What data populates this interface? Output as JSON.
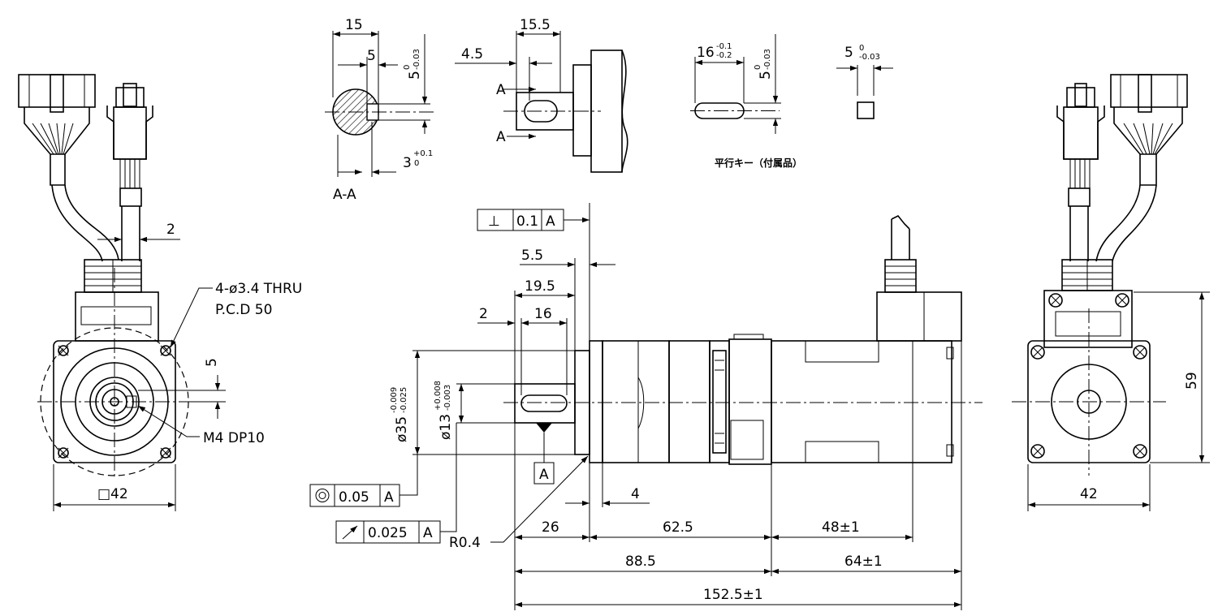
{
  "section_view": {
    "label": "A-A",
    "dim_width": "15",
    "dim_key": "5",
    "dim_key_tol": "5",
    "dim_key_tol_upper": "0",
    "dim_key_tol_lower": "-0.03",
    "dim_depth": "3",
    "dim_depth_upper": "+0.1",
    "dim_depth_lower": "0"
  },
  "keyway_view": {
    "dim_length": "15.5",
    "dim_offset": "4.5",
    "cut_label_top": "A",
    "cut_label_bottom": "A"
  },
  "parallel_key": {
    "caption": "平行キー（付属品）",
    "dim_length": "16",
    "dim_length_upper": "-0.1",
    "dim_length_lower": "-0.2",
    "dim_height": "5",
    "dim_height_upper": "0",
    "dim_height_lower": "-0.03",
    "dim_width": "5",
    "dim_width_upper": "0",
    "dim_width_lower": "-0.03"
  },
  "front_view": {
    "hole_note": "4-ø3.4 THRU",
    "pcd_note": "P.C.D 50",
    "dim_cable": "2",
    "dim_shaft_offset": "5",
    "tap_note": "M4 DP10",
    "dim_square": "□42"
  },
  "side_view": {
    "perpendicularity": {
      "symbol": "⊥",
      "value": "0.1",
      "datum": "A"
    },
    "concentricity": {
      "symbol": "◎",
      "value": "0.05",
      "datum": "A"
    },
    "runout": {
      "symbol": "↗",
      "value": "0.025",
      "datum": "A"
    },
    "datum_label": "A",
    "dim_flange_thk": "5.5",
    "dim_key_pos": "19.5",
    "dim_key_start": "2",
    "dim_key_len": "16",
    "dim_pilot": "ø35",
    "dim_pilot_upper": "-0.009",
    "dim_pilot_lower": "-0.025",
    "dim_shaft": "ø13",
    "dim_shaft_upper": "+0.008",
    "dim_shaft_lower": "-0.003",
    "dim_pilot_len": "4",
    "radius_note": "R0.4",
    "dim_shaft_len": "26",
    "dim_gear_len": "62.5",
    "dim_motor_len": "48±1",
    "dim_front_total": "88.5",
    "dim_rear_total": "64±1",
    "dim_overall": "152.5±1"
  },
  "rear_view": {
    "dim_height": "59",
    "dim_width": "42"
  }
}
